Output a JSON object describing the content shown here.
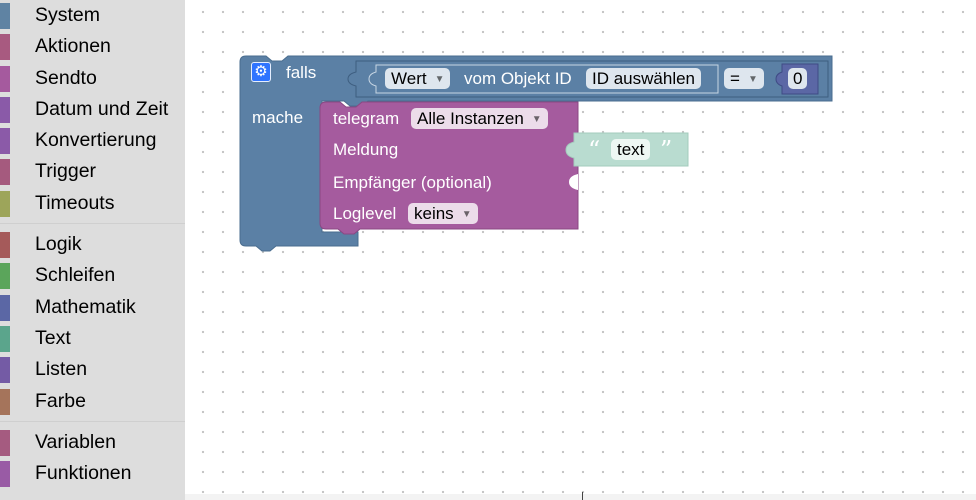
{
  "toolbox": {
    "groups": [
      [
        {
          "label": "System",
          "color": "#5f83a3"
        },
        {
          "label": "Aktionen",
          "color": "#a85a80"
        },
        {
          "label": "Sendto",
          "color": "#a55a9e"
        },
        {
          "label": "Datum und Zeit",
          "color": "#8a5aa8"
        },
        {
          "label": "Konvertierung",
          "color": "#8b5aa8"
        },
        {
          "label": "Trigger",
          "color": "#a55a7e"
        },
        {
          "label": "Timeouts",
          "color": "#9da55a"
        }
      ],
      [
        {
          "label": "Logik",
          "color": "#a55a5a"
        },
        {
          "label": "Schleifen",
          "color": "#5ba55b"
        },
        {
          "label": "Mathematik",
          "color": "#5b67a5"
        },
        {
          "label": "Text",
          "color": "#5ba58c"
        },
        {
          "label": "Listen",
          "color": "#745ba5"
        },
        {
          "label": "Farbe",
          "color": "#a5745b"
        }
      ],
      [
        {
          "label": "Variablen",
          "color": "#a55b80"
        },
        {
          "label": "Funktionen",
          "color": "#995ba5"
        }
      ]
    ]
  },
  "blocks": {
    "if_block": {
      "label_if": "falls",
      "label_do": "mache",
      "color": "#5b80a5",
      "condition": {
        "value_dropdown": "Wert",
        "label_of_object": "vom Objekt ID",
        "object_id_button": "ID auswählen",
        "operator": "=",
        "number": "0"
      }
    },
    "telegram_block": {
      "label": "telegram",
      "instance_dropdown": "Alle Instanzen",
      "message_label": "Meldung",
      "recipient_label": "Empfänger (optional)",
      "loglevel_label": "Loglevel",
      "loglevel_value": "keins",
      "color": "#a55b9e"
    },
    "text_block": {
      "value": "text",
      "color": "#b9dcd0"
    }
  }
}
